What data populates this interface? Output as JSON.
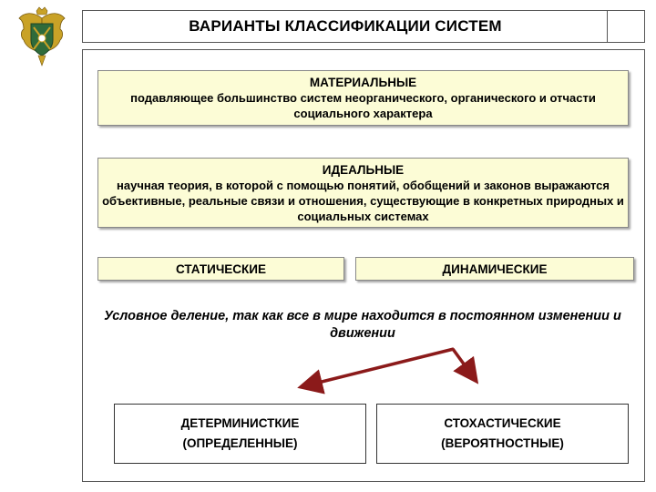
{
  "header": {
    "title": "ВАРИАНТЫ КЛАССИФИКАЦИИ СИСТЕМ"
  },
  "emblem": {
    "icon": "coat-of-arms-icon"
  },
  "material": {
    "heading": "МАТЕРИАЛЬНЫЕ",
    "text": "подавляющее большинство систем неорганического, органического и отчасти социального характера"
  },
  "ideal": {
    "heading": "ИДЕАЛЬНЫЕ",
    "text": "научная теория, в которой с помощью понятий, обобщений и законов выражаются объективные, реальные связи и отношения, существующие в конкретных природных и социальных системах"
  },
  "static": {
    "label": "СТАТИЧЕСКИЕ"
  },
  "dynamic": {
    "label": "ДИНАМИЧЕСКИЕ"
  },
  "note": {
    "text": "Условное деление, так как все в мире находится в постоянном изменении и движении"
  },
  "deterministic": {
    "line1": "ДЕТЕРМИНИСТКИЕ",
    "line2": "(ОПРЕДЕЛЕННЫЕ)"
  },
  "stochastic": {
    "line1": "СТОХАСТИЧЕСКИЕ",
    "line2": "(ВЕРОЯТНОСТНЫЕ)"
  },
  "colors": {
    "box_fill": "#fcfcd6",
    "arrow": "#8b1a1a",
    "emblem_green": "#2f6b3a",
    "emblem_gold": "#c9a227"
  }
}
